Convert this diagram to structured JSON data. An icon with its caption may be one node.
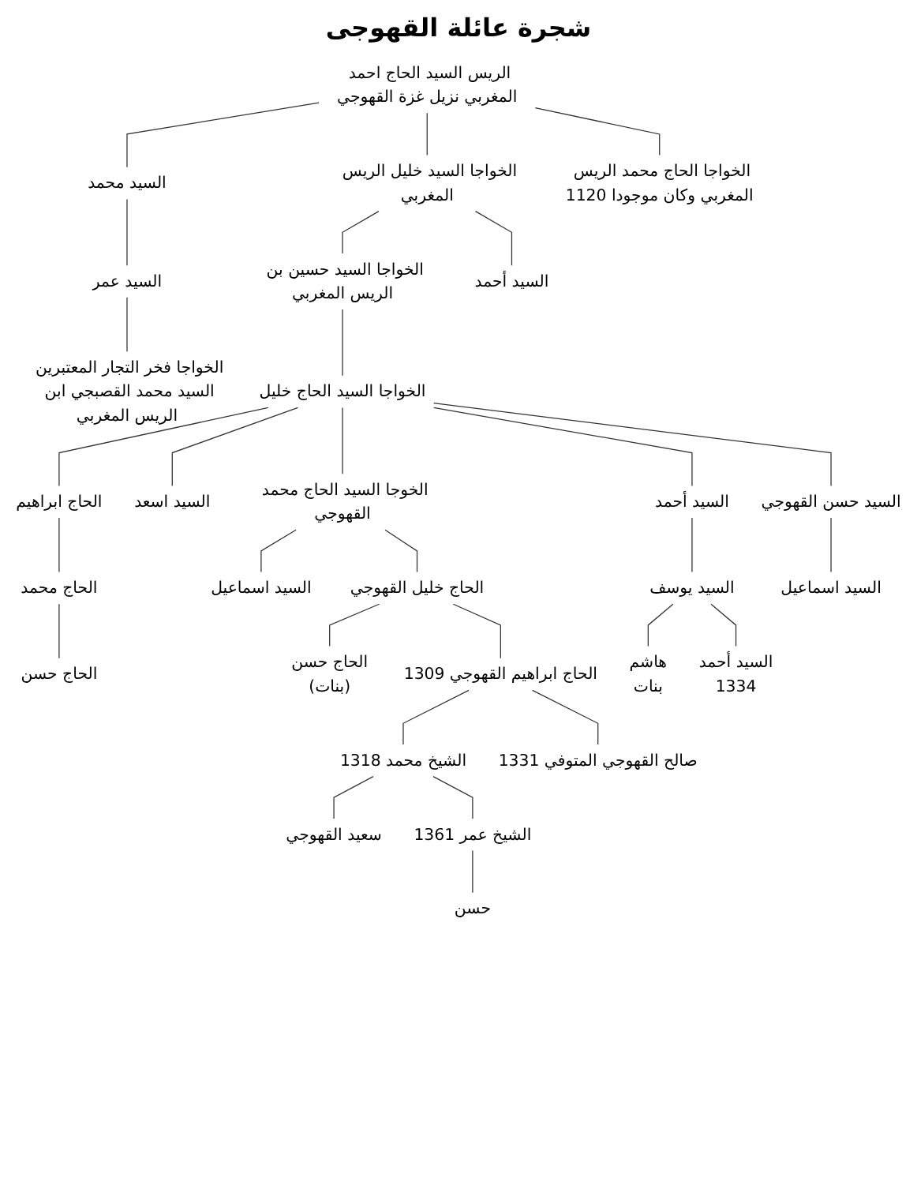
{
  "diagram": {
    "title": "شجرة عائلة القهوجى",
    "nodes": [
      {
        "text": [
          "الريس السيد الحاج احمد المغربي نزيل غزة القهوجي"
        ]
      },
      {
        "text": [
          "الخواجا الحاج محمد الريس المغربي وكان موجودا 1120"
        ]
      },
      {
        "text": [
          "الخواجا السيد خليل الريس المغربي"
        ]
      },
      {
        "text": [
          "السيد محمد"
        ]
      },
      {
        "text": [
          "السيد عمر"
        ]
      },
      {
        "text": [
          "الخواجا فخر التجار المعتبرين السيد محمد القصبجي ابن الريس المغربي"
        ]
      },
      {
        "text": [
          "السيد أحمد"
        ]
      },
      {
        "text": [
          "الخواجا السيد حسين بن الريس المغربي"
        ]
      },
      {
        "text": [
          "الخواجا السيد الحاج خليل"
        ]
      },
      {
        "text": [
          "السيد حسن القهوجي"
        ]
      },
      {
        "text": [
          "السيد أحمد"
        ]
      },
      {
        "text": [
          "الخوجا السيد الحاج محمد القهوجي"
        ]
      },
      {
        "text": [
          "السيد اسعد"
        ]
      },
      {
        "text": [
          "الحاج ابراهيم"
        ]
      },
      {
        "text": [
          "السيد اسماعيل"
        ]
      },
      {
        "text": [
          "السيد يوسف"
        ]
      },
      {
        "text": [
          "السيد أحمد",
          "1334"
        ]
      },
      {
        "text": [
          "هاشم",
          "بنات"
        ]
      },
      {
        "text": [
          "الحاج خليل القهوجي"
        ]
      },
      {
        "text": [
          "السيد اسماعيل"
        ]
      },
      {
        "text": [
          "الحاج محمد"
        ]
      },
      {
        "text": [
          "الحاج حسن"
        ]
      },
      {
        "text": [
          "الحاج ابراهيم القهوجي 1309"
        ]
      },
      {
        "text": [
          "الحاج حسن",
          "(بنات)"
        ]
      },
      {
        "text": [
          "صالح القهوجي المتوفي 1331"
        ]
      },
      {
        "text": [
          "الشيخ محمد 1318"
        ]
      },
      {
        "text": [
          "الشيخ عمر 1361"
        ]
      },
      {
        "text": [
          "سعيد القهوجي"
        ]
      },
      {
        "text": [
          "حسن"
        ]
      }
    ],
    "edges": [
      {
        "from": 0,
        "to": 3,
        "arrow": "none"
      },
      {
        "from": 0,
        "to": 2,
        "arrow": "none"
      },
      {
        "from": 0,
        "to": 1,
        "arrow": "none"
      },
      {
        "from": 3,
        "to": 4,
        "arrow": "none"
      },
      {
        "from": 4,
        "to": 5,
        "arrow": "none"
      },
      {
        "from": 2,
        "to": 7,
        "arrow": "none"
      },
      {
        "from": 2,
        "to": 6,
        "arrow": "none"
      },
      {
        "from": 7,
        "to": 8,
        "arrow": "none"
      },
      {
        "from": 8,
        "to": 13,
        "arrow": "none"
      },
      {
        "from": 8,
        "to": 12,
        "arrow": "none"
      },
      {
        "from": 8,
        "to": 11,
        "arrow": "none"
      },
      {
        "from": 8,
        "to": 10,
        "arrow": "none"
      },
      {
        "from": 8,
        "to": 9,
        "arrow": "none"
      },
      {
        "from": 9,
        "to": 14,
        "arrow": "none"
      },
      {
        "from": 10,
        "to": 15,
        "arrow": "none"
      },
      {
        "from": 15,
        "to": 17,
        "arrow": "none"
      },
      {
        "from": 15,
        "to": 16,
        "arrow": "none"
      },
      {
        "from": 11,
        "to": 19,
        "arrow": "none"
      },
      {
        "from": 11,
        "to": 18,
        "arrow": "none"
      },
      {
        "from": 13,
        "to": 20,
        "arrow": "none"
      },
      {
        "from": 20,
        "to": 21,
        "arrow": "none"
      },
      {
        "from": 18,
        "to": 23,
        "arrow": "none"
      },
      {
        "from": 18,
        "to": 22,
        "arrow": "none"
      },
      {
        "from": 22,
        "to": 25,
        "arrow": "none"
      },
      {
        "from": 22,
        "to": 24,
        "arrow": "none"
      },
      {
        "from": 25,
        "to": 27,
        "arrow": "none"
      },
      {
        "from": 25,
        "to": 26,
        "arrow": "none"
      },
      {
        "from": 26,
        "to": 28,
        "arrow": "none"
      }
    ]
  }
}
